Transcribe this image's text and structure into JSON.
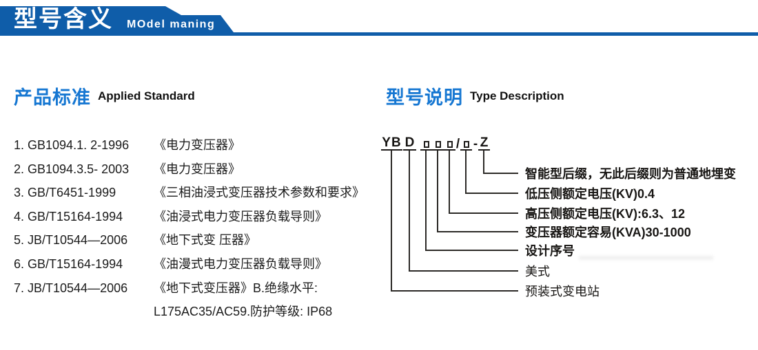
{
  "header": {
    "title_cn": "型号含义",
    "title_en": "MOdel maning"
  },
  "left_section": {
    "heading_cn": "产品标准",
    "heading_en": "Applied Standard",
    "items": [
      {
        "code": "1. GB1094.1. 2-1996",
        "title": "《电力变压器》"
      },
      {
        "code": "2. GB1094.3.5- 2003",
        "title": "《电力变压器》"
      },
      {
        "code": "3. GB/T6451-1999",
        "title": "《三相油浸式变压器技术参数和要求》"
      },
      {
        "code": "4. GB/T15164-1994",
        "title": "《油浸式电力变压器负载导则》"
      },
      {
        "code": "5. JB/T10544—2006",
        "title": "《地下式变 压器》"
      },
      {
        "code": "6. GB/T15164-1994",
        "title": "《油漫式电力变压器负载导则》"
      },
      {
        "code": "7. JB/T10544—2006",
        "title": "《地下式变压器》B.绝缘水平:"
      },
      {
        "code": "",
        "title": "L175AC35/AC59.防护等级: IP68"
      }
    ]
  },
  "right_section": {
    "heading_cn": "型号说明",
    "heading_en": "Type Description",
    "model_code": {
      "prefix": "YB",
      "type_letter": "D",
      "slash": "/",
      "dash": "-",
      "suffix": "Z"
    },
    "labels": [
      "智能型后缀，无此后缀则为普通地埋变",
      "低压侧额定电压(KV)0.4",
      "高压侧额定电压(KV):6.3、12",
      "变压器额定容易(KVA)30-1000",
      "设计序号",
      "美式",
      "预装式变电站"
    ]
  },
  "colors": {
    "banner_blue": "#0f5da9",
    "heading_blue": "#1677d2",
    "text_dark": "#1b1b1b",
    "line_dark": "#2b2926"
  }
}
